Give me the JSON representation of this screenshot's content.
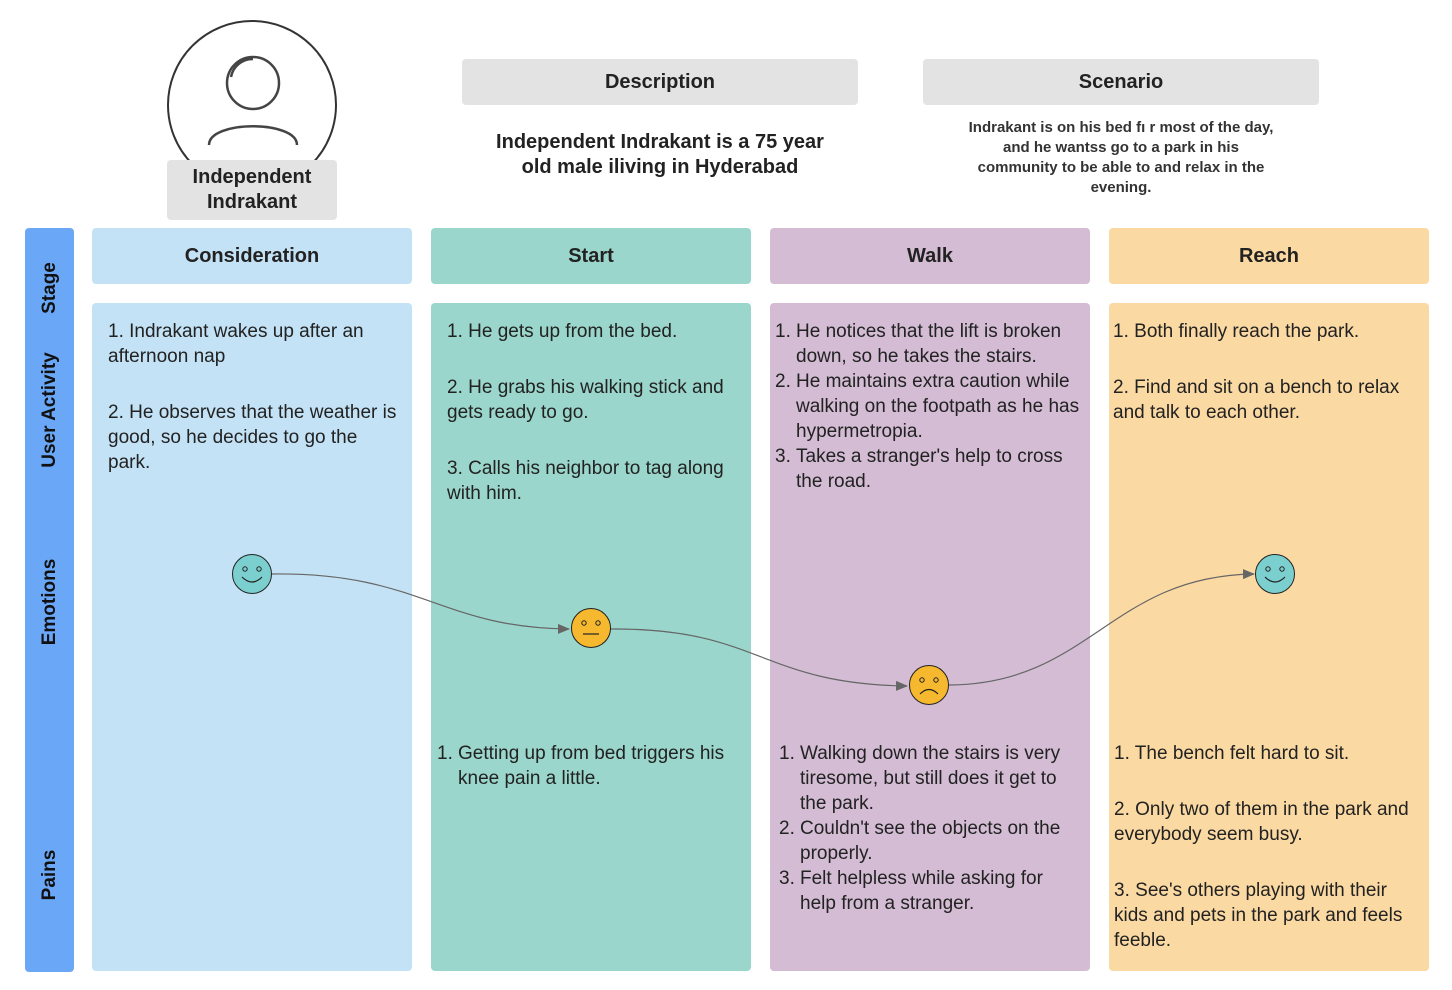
{
  "persona": {
    "name_line1": "Independent",
    "name_line2": "Indrakant"
  },
  "description": {
    "header": "Description",
    "line1": "Independent Indrakant is a 75 year",
    "line2": "old male iliving in Hyderabad"
  },
  "scenario": {
    "header": "Scenario",
    "line1": "Indrakant is on his bed fı r most of the day,",
    "line2": "and he wantss go to a park in his",
    "line3": "community to be able to and relax in the",
    "line4": "evening."
  },
  "rows": {
    "stage": "Stage",
    "user_activity": "User Activity",
    "emotions": "Emotions",
    "pains": "Pains"
  },
  "stages": [
    {
      "title": "Consideration",
      "activities": [
        {
          "num": "1.",
          "text": "Indrakant wakes up after an afternoon nap"
        },
        {
          "num": "2.",
          "text": "He observes that the weather is good, so he decides to go the park."
        }
      ],
      "emotion": "happy",
      "pains": []
    },
    {
      "title": "Start",
      "activities": [
        {
          "num": "1.",
          "text": "He gets up from the bed."
        },
        {
          "num": "2.",
          "text": "He grabs his walking stick and gets ready to go."
        },
        {
          "num": "3.",
          "text": "Calls his neighbor to tag along with him."
        }
      ],
      "emotion": "neutral",
      "pains": [
        {
          "num": "1.",
          "text": "Getting up from bed triggers his knee pain a little."
        }
      ]
    },
    {
      "title": "Walk",
      "activities": [
        {
          "num": "1.",
          "text": "He notices that the lift is broken down, so he takes the stairs."
        },
        {
          "num": "2.",
          "text": "He maintains extra caution while walking on the footpath as he has hypermetropia."
        },
        {
          "num": "3.",
          "text": "Takes a stranger's help to cross the road."
        }
      ],
      "emotion": "sad",
      "pains": [
        {
          "num": "1.",
          "text": "Walking down the stairs is very tiresome, but still does it get to the park."
        },
        {
          "num": "2.",
          "text": "Couldn't see the objects on the properly."
        },
        {
          "num": "3.",
          "text": "Felt helpless while asking for help from a stranger."
        }
      ]
    },
    {
      "title": "Reach",
      "activities": [
        {
          "num": "1.",
          "text": "Both finally reach the park."
        },
        {
          "num": "2.",
          "text": "Find and sit on a bench to relax and talk to each other."
        }
      ],
      "emotion": "happy",
      "pains": [
        {
          "num": "1.",
          "text": "The bench felt hard to sit."
        },
        {
          "num": "2.",
          "text": "Only two of them in the park and everybody seem busy."
        },
        {
          "num": "3.",
          "text": "See's others playing with their kids and pets in the park and feels feeble."
        }
      ]
    }
  ],
  "colors": {
    "sidebar": "#6aa8f7",
    "consideration": "#c3e2f5",
    "start": "#9ad6cb",
    "walk": "#d3bcd4",
    "reach": "#fbd9a3",
    "happy_face": "#7ccfcf",
    "neutral_face": "#f5b82e",
    "sad_face": "#f5b82e"
  }
}
